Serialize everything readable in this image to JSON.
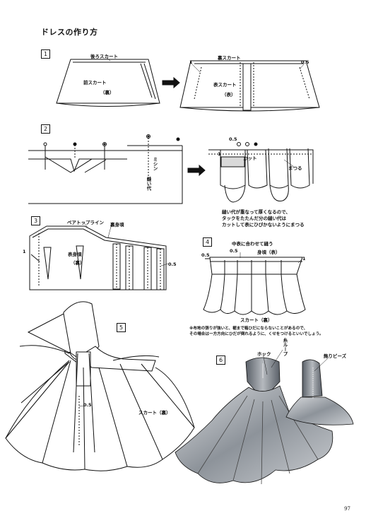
{
  "title": "ドレスの作り方",
  "page_number": "97",
  "steps": {
    "s1": {
      "number": "1",
      "back_skirt": "後ろスカート",
      "front_skirt": "前スカート",
      "wrong_side_a": "（裏）",
      "back_skirt_right": "裏スカート",
      "front_skirt_right": "表スカート",
      "wrong_side_b": "（表）",
      "m1": "1",
      "m05": "0.5"
    },
    "s2": {
      "number": "2",
      "sewing": "ミシン",
      "basting": "縫い代",
      "m05": "0.5",
      "m1": "1",
      "cut": "カット",
      "tuck": "まつる",
      "note": "縫い代が重なって厚くなるので、\nタックをたたんだ分の縫い代は\nカットして表にひびかないようにまつる"
    },
    "s3": {
      "number": "3",
      "bare_top_line": "ベアトップライン",
      "lining_bodice": "裏身頃",
      "outer_bodice": "表身頃",
      "wrong_side": "（裏）",
      "m1": "1",
      "m05": "0.5"
    },
    "s4": {
      "number": "4",
      "match_center": "中表に合わせて縫う",
      "m05a": "0.5",
      "m05b": "0.5",
      "m1": "1",
      "bodice": "身頃（表）",
      "skirt": "スカート（裏）",
      "note": "※布地の張りが強いと、裾まで箱ひだにならないことがあるので、\nその場合は一方方向にひだが倒れるように、くせをつけるといいでしょう。"
    },
    "s5": {
      "number": "5",
      "m05": "0.5",
      "skirt": "スカート（裏）"
    },
    "s6": {
      "number": "6",
      "hook": "ホック",
      "thread_loop": "糸ループ",
      "beads": "飾りビーズ"
    }
  }
}
